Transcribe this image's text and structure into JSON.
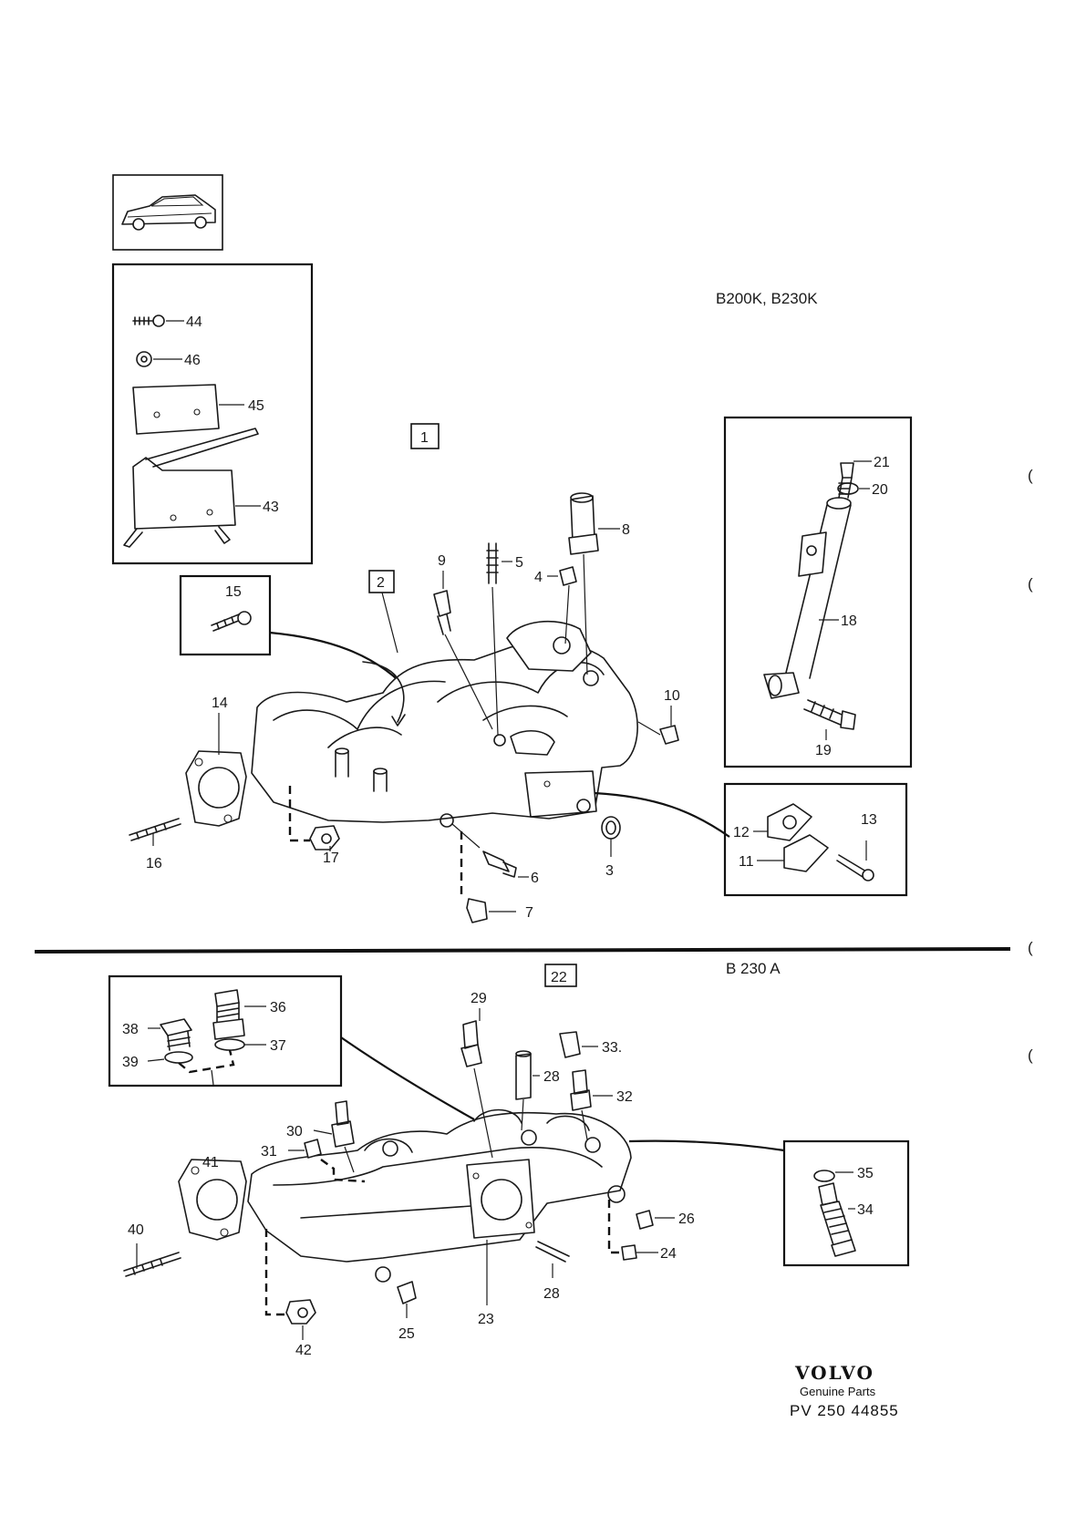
{
  "engines": {
    "top": "B200K, B230K",
    "bottom": "B 230 A"
  },
  "group_numbers": {
    "g1": "1",
    "g2": "2",
    "g22": "22"
  },
  "brand": {
    "logo": "VOLVO",
    "subtitle": "Genuine Parts",
    "doc_code": "PV 250 44855"
  },
  "margin_marks": [
    "(",
    "(",
    "(",
    "("
  ],
  "callouts": {
    "c3": "3",
    "c4": "4",
    "c5": "5",
    "c6": "6",
    "c7": "7",
    "c8": "8",
    "c9": "9",
    "c10": "10",
    "c11": "11",
    "c12": "12",
    "c13": "13",
    "c14": "14",
    "c15": "15",
    "c16": "16",
    "c17": "17",
    "c18": "18",
    "c19": "19",
    "c20": "20",
    "c21": "21",
    "c23": "23",
    "c24": "24",
    "c25": "25",
    "c26": "26",
    "c28a": "28",
    "c28b": "28",
    "c29": "29",
    "c30": "30",
    "c31": "31",
    "c32": "32",
    "c33": "33.",
    "c34": "34",
    "c35": "35",
    "c36": "36",
    "c37": "37",
    "c38": "38",
    "c39": "39",
    "c40": "40",
    "c41": "41",
    "c42": "42",
    "c43": "43",
    "c44": "44",
    "c45": "45",
    "c46": "46"
  }
}
